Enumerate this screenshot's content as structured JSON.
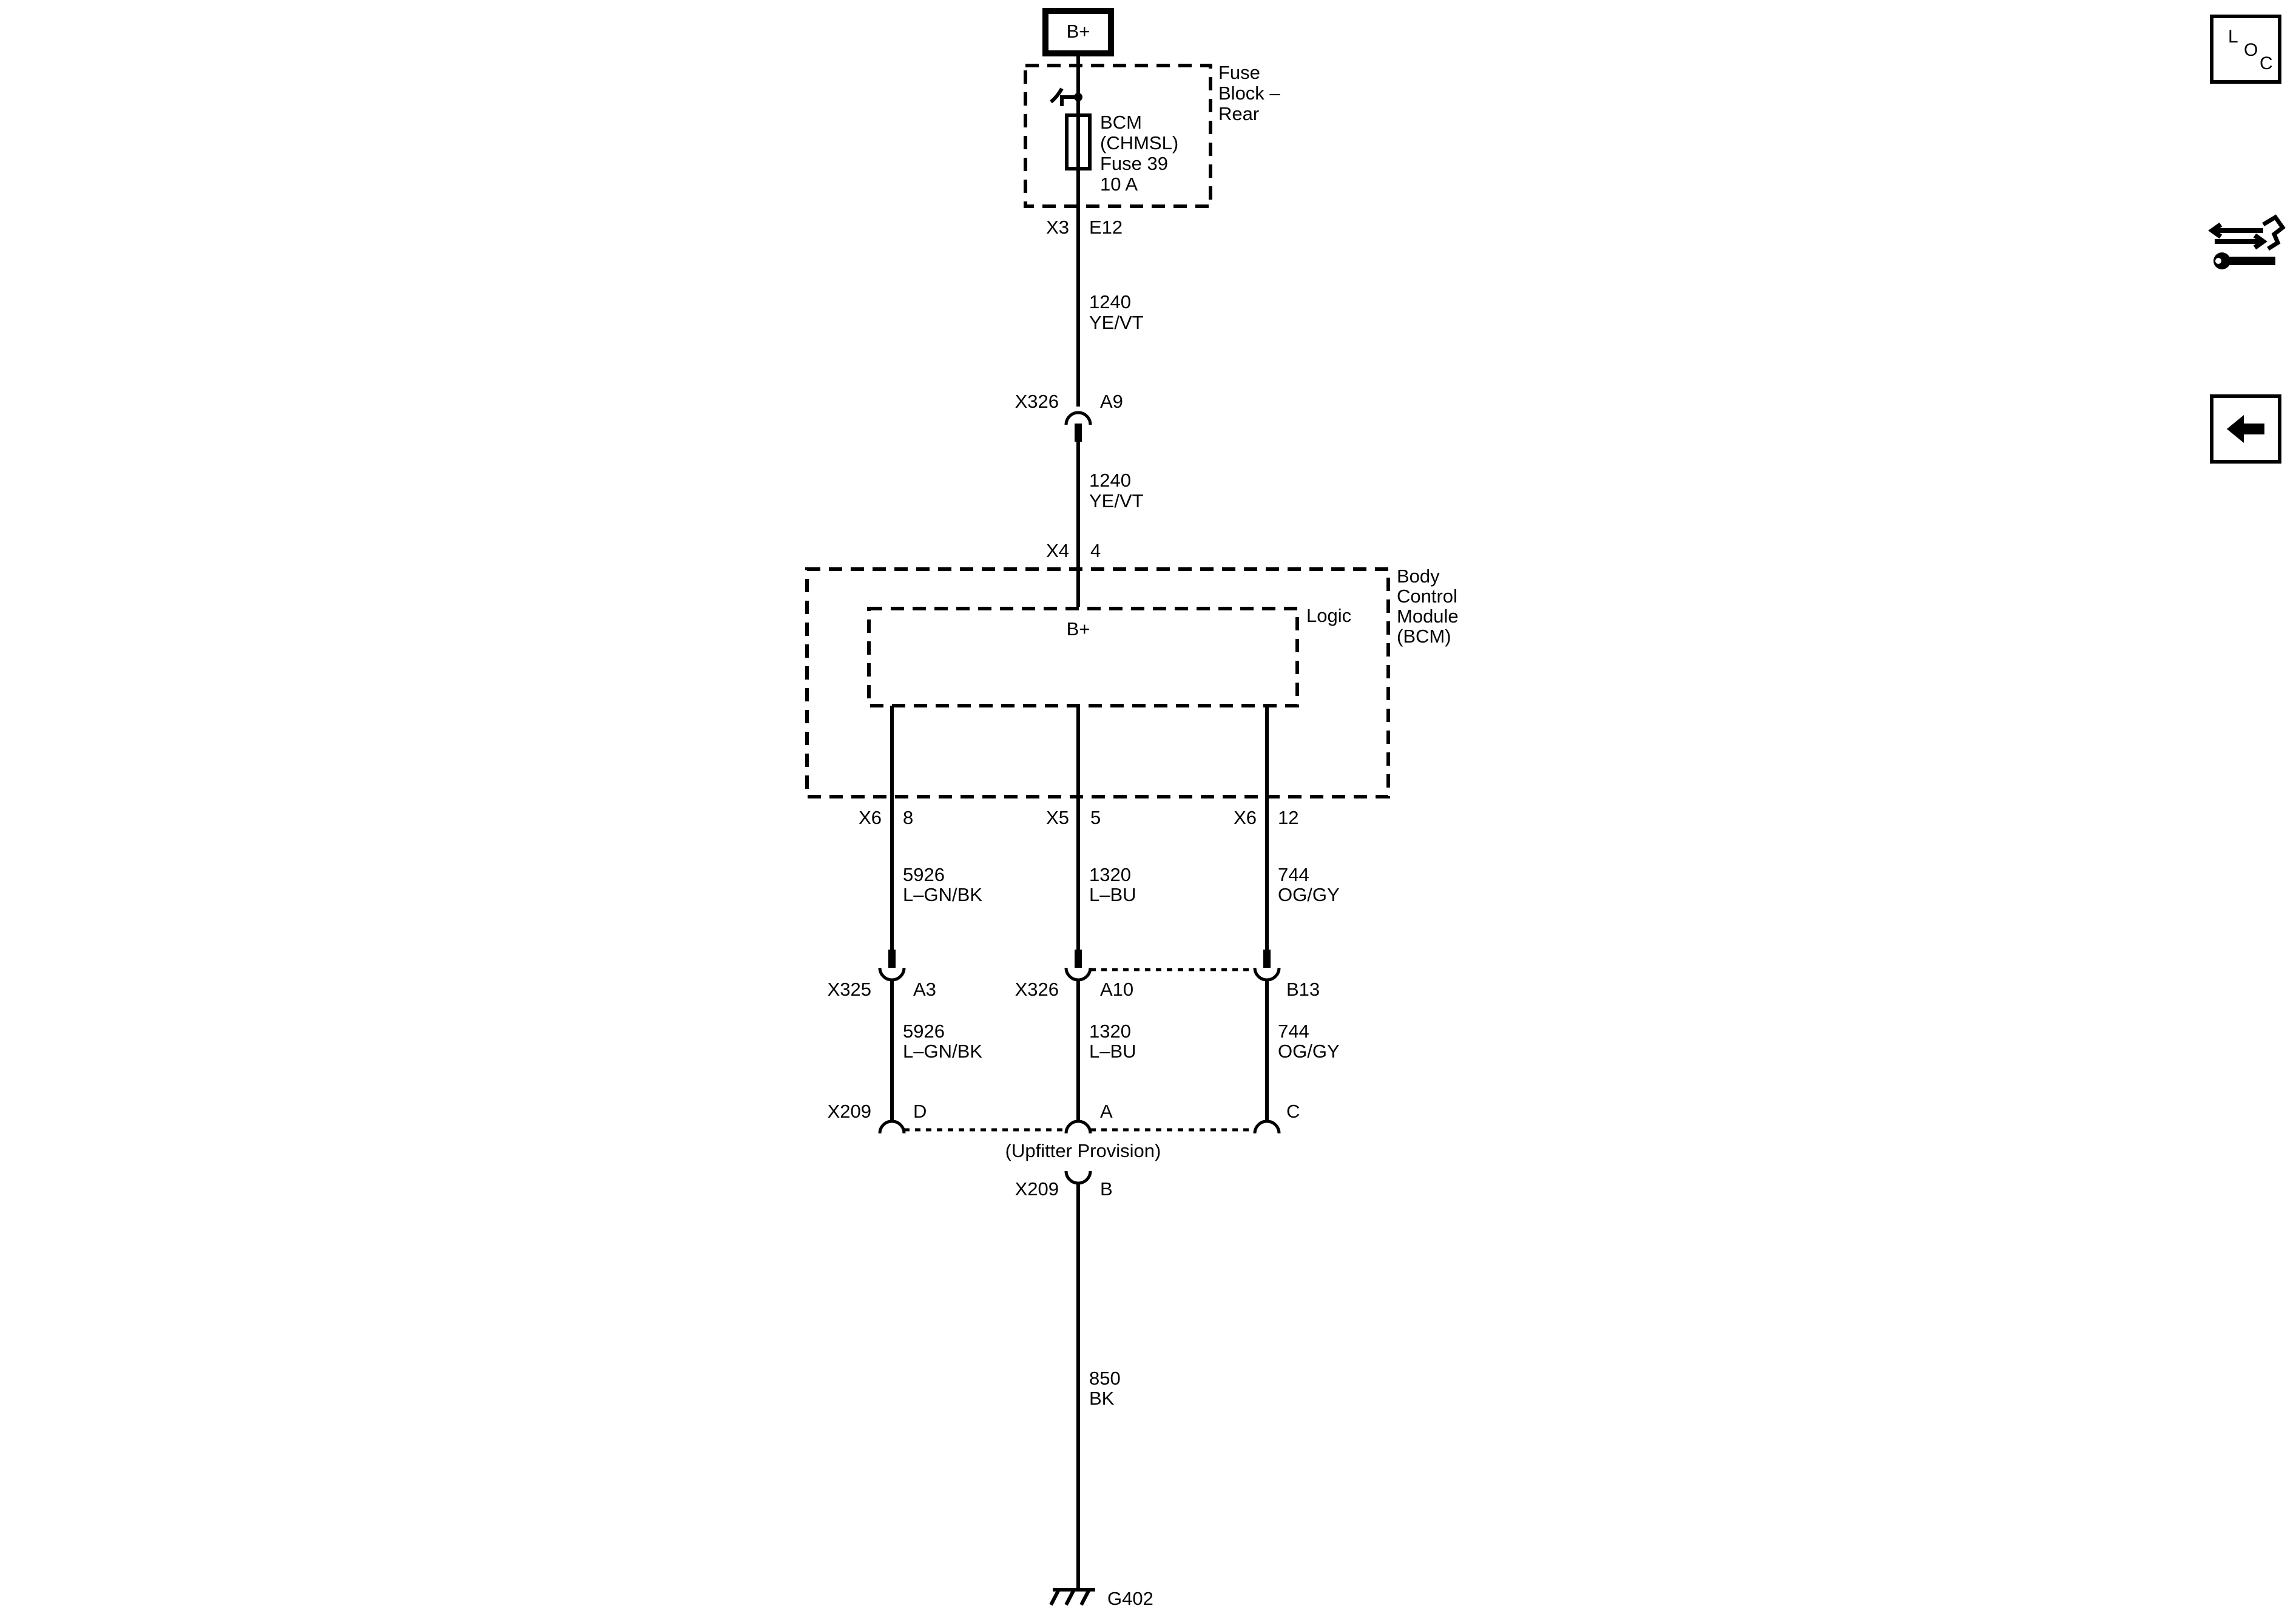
{
  "power": {
    "label": "B+"
  },
  "fuse_block": {
    "label_lines": [
      "Fuse",
      "Block –",
      "Rear"
    ],
    "fuse_lines": [
      "BCM",
      "(CHMSL)",
      "Fuse 39",
      "10 A"
    ],
    "connector": "X3",
    "pin": "E12"
  },
  "wire_1240": {
    "circuit": "1240",
    "color": "YE/VT"
  },
  "x326_a9": {
    "connector": "X326",
    "pin": "A9"
  },
  "bcm": {
    "input_connector": "X4",
    "input_pin": "4",
    "label_lines": [
      "Body",
      "Control",
      "Module",
      "(BCM)"
    ],
    "logic_label": "Logic",
    "bplus_label": "B+",
    "outputs": [
      {
        "connector": "X6",
        "pin": "8"
      },
      {
        "connector": "X5",
        "pin": "5"
      },
      {
        "connector": "X6",
        "pin": "12"
      }
    ]
  },
  "wires_mid": [
    {
      "circuit": "5926",
      "color": "L–GN/BK"
    },
    {
      "circuit": "1320",
      "color": "L–BU"
    },
    {
      "circuit": "744",
      "color": "OG/GY"
    }
  ],
  "inline_connectors": [
    {
      "connector": "X325",
      "pin": "A3"
    },
    {
      "connector": "X326",
      "pin": "A10"
    },
    {
      "connector": "",
      "pin": "B13"
    }
  ],
  "x209_pins": {
    "connector": "X209",
    "pin_left": "D",
    "pin_center": "A",
    "pin_right": "C"
  },
  "upfitter": {
    "label": "(Upfitter Provision)"
  },
  "x209_b": {
    "connector": "X209",
    "pin": "B"
  },
  "ground_wire": {
    "circuit": "850",
    "color": "BK"
  },
  "ground": {
    "label": "G402"
  },
  "side_buttons": {
    "loc": {
      "l": "L",
      "o": "O",
      "c": "C"
    },
    "connector_icon": "connector-tool-icon",
    "back_icon": "back-arrow-icon"
  }
}
